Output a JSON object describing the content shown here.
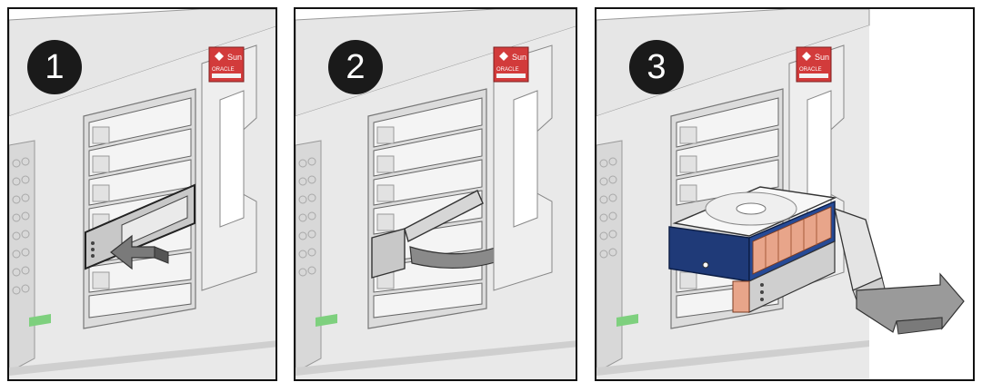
{
  "steps": [
    {
      "number": "1"
    },
    {
      "number": "2"
    },
    {
      "number": "3"
    }
  ],
  "brand": {
    "sun": "Sun",
    "oracle": "ORACLE"
  }
}
